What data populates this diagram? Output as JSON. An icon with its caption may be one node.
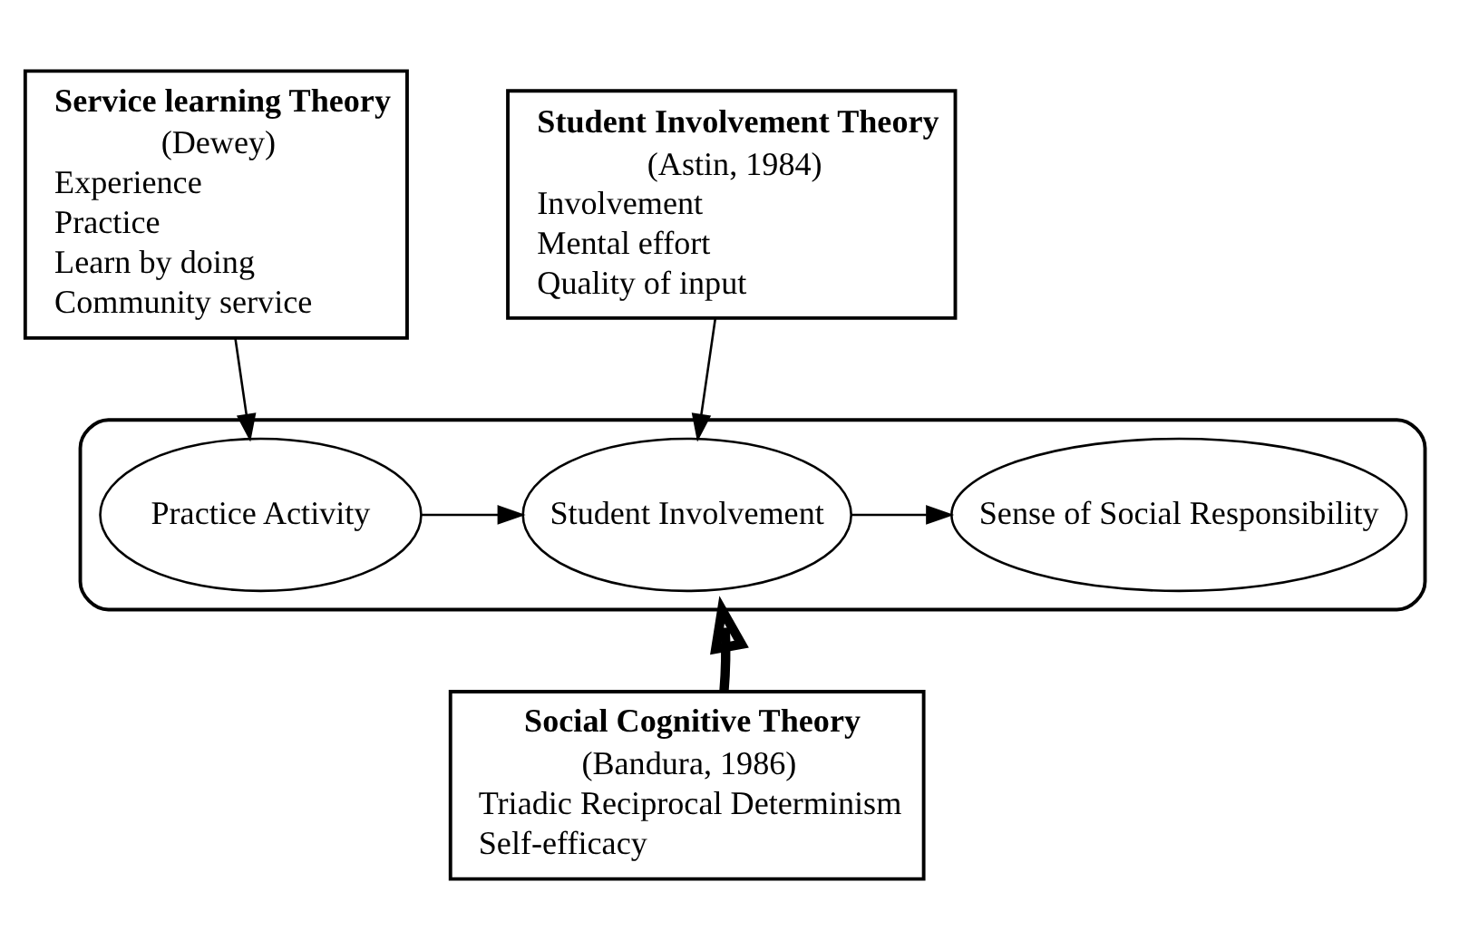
{
  "diagram": {
    "nodes": [
      {
        "text": [
          "Service learning Theory",
          "(Dewey)",
          "Experience",
          "Practice",
          "Learn by doing",
          "Community service"
        ]
      },
      {
        "text": [
          "Student Involvement Theory",
          "(Astin, 1984)",
          "Involvement",
          "Mental effort",
          "Quality of input"
        ]
      },
      {
        "text": [],
        "shape": "box"
      },
      {
        "text": [
          "Practice Activity"
        ],
        "in": 2
      },
      {
        "text": [
          "Student Involvement"
        ],
        "in": 2
      },
      {
        "text": [
          "Sense of Social Responsibility"
        ],
        "in": 2
      },
      {
        "text": [
          "Social Cognitive Theory",
          "(Bandura, 1986)",
          "Triadic Reciprocal Determinism",
          "Self-efficacy"
        ]
      }
    ],
    "edges": [
      {
        "from": 0,
        "to": 3,
        "arrow": "to"
      },
      {
        "from": 1,
        "to": 4,
        "arrow": "to"
      },
      {
        "from": 3,
        "to": 4,
        "arrow": "to"
      },
      {
        "from": 4,
        "to": 5,
        "arrow": "to"
      },
      {
        "from": 6,
        "to": 2,
        "arrow": "to",
        "style": "thick"
      }
    ]
  }
}
